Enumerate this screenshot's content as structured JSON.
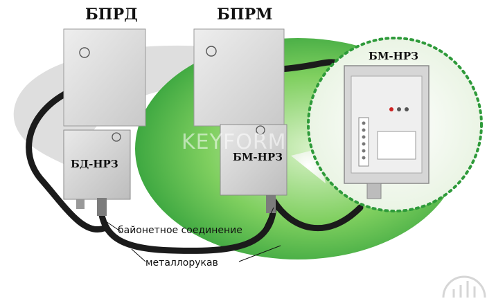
{
  "labels": {
    "bprd": "БПРД",
    "bprm": "БПРМ",
    "bm_nrz_top": "БМ-НРЗ",
    "bd_nrz": "БД-НРЗ",
    "bm_nrz": "БМ-НРЗ",
    "bayonet": "байонетное соединение",
    "metal_hose": "металлорукав"
  },
  "watermark": "KEYFORM",
  "colors": {
    "green": "#3aa83a",
    "green_light": "#8fd17a",
    "grey_swoosh": "#d8d8d8",
    "dotted_border": "#2e9a3a",
    "device_grey": "#cfcfcf"
  }
}
